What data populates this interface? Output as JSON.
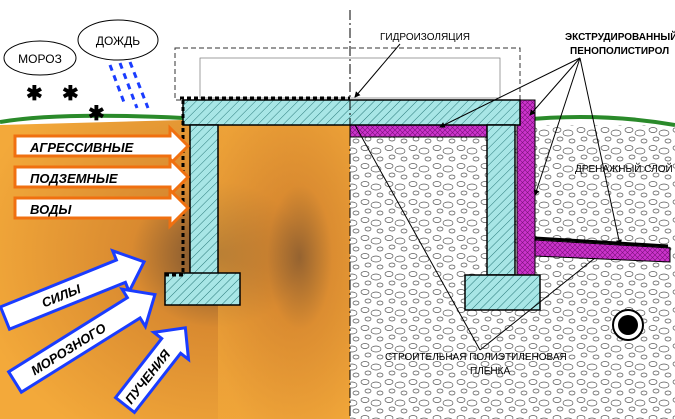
{
  "weather": {
    "frost": "МОРОЗ",
    "rain": "ДОЖДЬ"
  },
  "labels": {
    "waterproofing": "ГИДРОИЗОЛЯЦИЯ",
    "xps_line1": "ЭКСТРУДИРОВАННЫЙ",
    "xps_line2": "ПЕНОПОЛИСТИРОЛ",
    "drainage": "ДРЕНАЖНЫЙ СЛОЙ",
    "film_line1": "СТРОИТЕЛЬНАЯ ПОЛИЭТИЛЕНОВАЯ",
    "film_line2": "ПЛЕНКА"
  },
  "water_arrows": [
    "АГРЕССИВНЫЕ",
    "ПОДЗЕМНЫЕ",
    "ВОДЫ"
  ],
  "frost_arrows": [
    "СИЛЫ",
    "МОРОЗНОГО",
    "ПУЧЕНИЯ"
  ],
  "colors": {
    "concrete": "#a8e6e6",
    "insulation": "#cc33cc",
    "soil": "#f0a030",
    "arrow_blue": "#1a3cff",
    "arrow_orange": "#f07010"
  }
}
